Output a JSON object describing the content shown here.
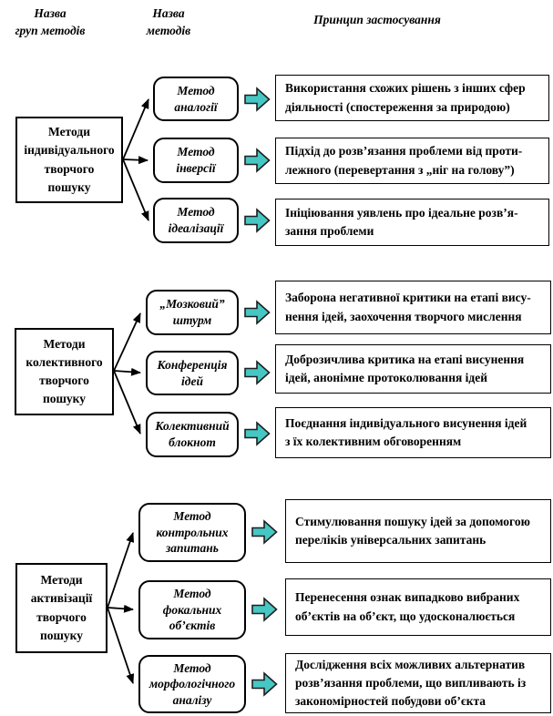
{
  "headers": {
    "col_groups": "Назва\nгруп методів",
    "col_methods": "Назва\nметодів",
    "col_principles": "Принцип застосування"
  },
  "colors": {
    "flow_arrow_fill": "#46C7C3",
    "flow_arrow_stroke": "#1f1f1f",
    "connector_stroke": "#000000",
    "box_border": "#000000"
  },
  "groups": [
    {
      "name": "Методи\nіндивідуального\nтворчого\nпошуку",
      "methods": [
        {
          "name": "Метод\nаналогії",
          "principle": "Використання схожих рішень з інших сфер\nдіяльності (спостереження за природою)"
        },
        {
          "name": "Метод\nінверсії",
          "principle": "Підхід до розв’язання проблеми від проти-\nлежного (перевертання з „ніг на голову”)"
        },
        {
          "name": "Метод\nідеалізації",
          "principle": "Ініціювання уявлень про ідеальне розв’я-\nзання проблеми"
        }
      ]
    },
    {
      "name": "Методи\nколективного\nтворчого\nпошуку",
      "methods": [
        {
          "name": "„Мозковий”\nштурм",
          "principle": "Заборона негативної критики на етапі вису-\nнення ідей, заохочення творчого мислення"
        },
        {
          "name": "Конференція\nідей",
          "principle": "Доброзичлива критика на етапі висунення\nідей, анонімне протоколювання ідей"
        },
        {
          "name": "Колективний\nблокнот",
          "principle": "Поєднання індивідуального висунення ідей\nз їх колективним обговоренням"
        }
      ]
    },
    {
      "name": "Методи\nактивізації\nтворчого\nпошуку",
      "methods": [
        {
          "name": "Метод\nконтрольних\nзапитань",
          "principle": "Стимулювання пошуку ідей за допомогою\nпереліків універсальних запитань"
        },
        {
          "name": "Метод\nфокальних\nоб’єктів",
          "principle": "Перенесення ознак випадково вибраних\nоб’єктів на об’єкт, що удосконалюється"
        },
        {
          "name": "Метод\nморфологічного\nаналізу",
          "principle": "Дослідження всіх можливих альтернатив\nрозв’язання проблеми, що випливають із\nзакономірностей побудови об’єкта"
        }
      ]
    }
  ]
}
